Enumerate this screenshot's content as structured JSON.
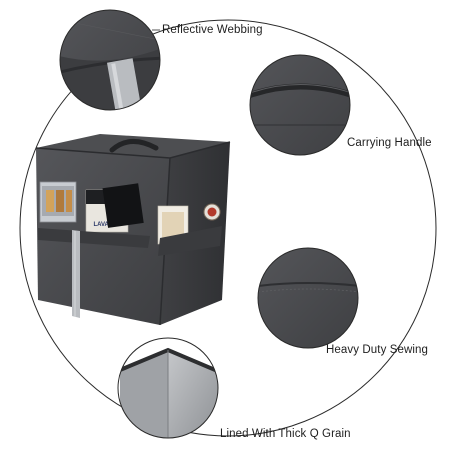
{
  "callouts": [
    {
      "id": "webbing",
      "label": "Reflective Webbing"
    },
    {
      "id": "handle",
      "label": "Carrying Handle"
    },
    {
      "id": "sewing",
      "label": "Heavy Duty Sewing"
    },
    {
      "id": "lined",
      "label": "Lined With Thick Q Grain"
    }
  ],
  "product": {
    "name": "appliance dust cover with storage pockets",
    "color_fabric": "#4a4b4d",
    "color_fabric_dark": "#3a3b3d",
    "color_reflective": "#b9bcc0",
    "color_lining": "#a9acb0"
  },
  "pocket_items": {
    "box_text": "LAVAZZA"
  }
}
